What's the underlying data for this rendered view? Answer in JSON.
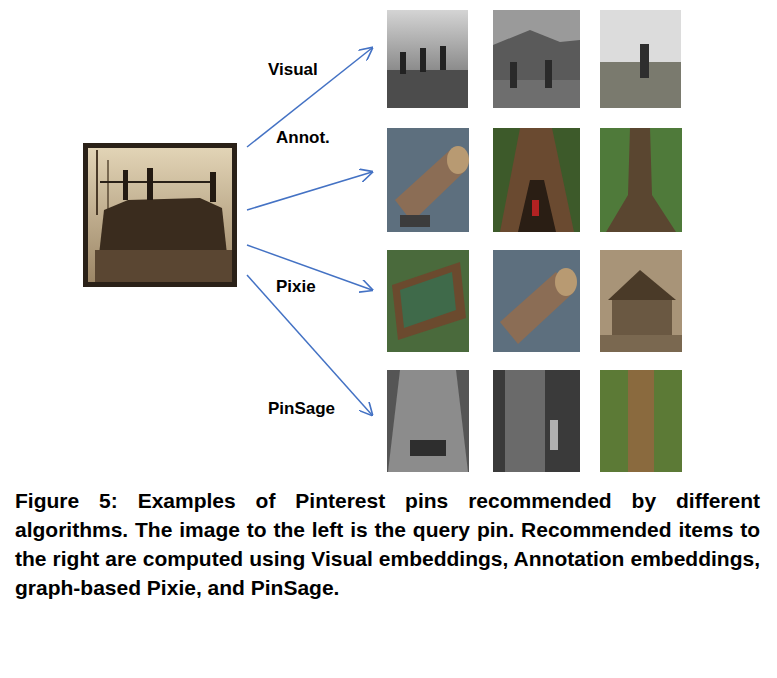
{
  "diagram": {
    "caption": "Figure 5: Examples of Pinterest pins recommended by different algorithms. The image to the left is the query pin. Recommended items to the right are computed using Visual embeddings, Annotation embeddings, graph-based Pixie, and PinSage.",
    "labels": [
      "Visual",
      "Annot.",
      "Pixie",
      "PinSage"
    ]
  }
}
